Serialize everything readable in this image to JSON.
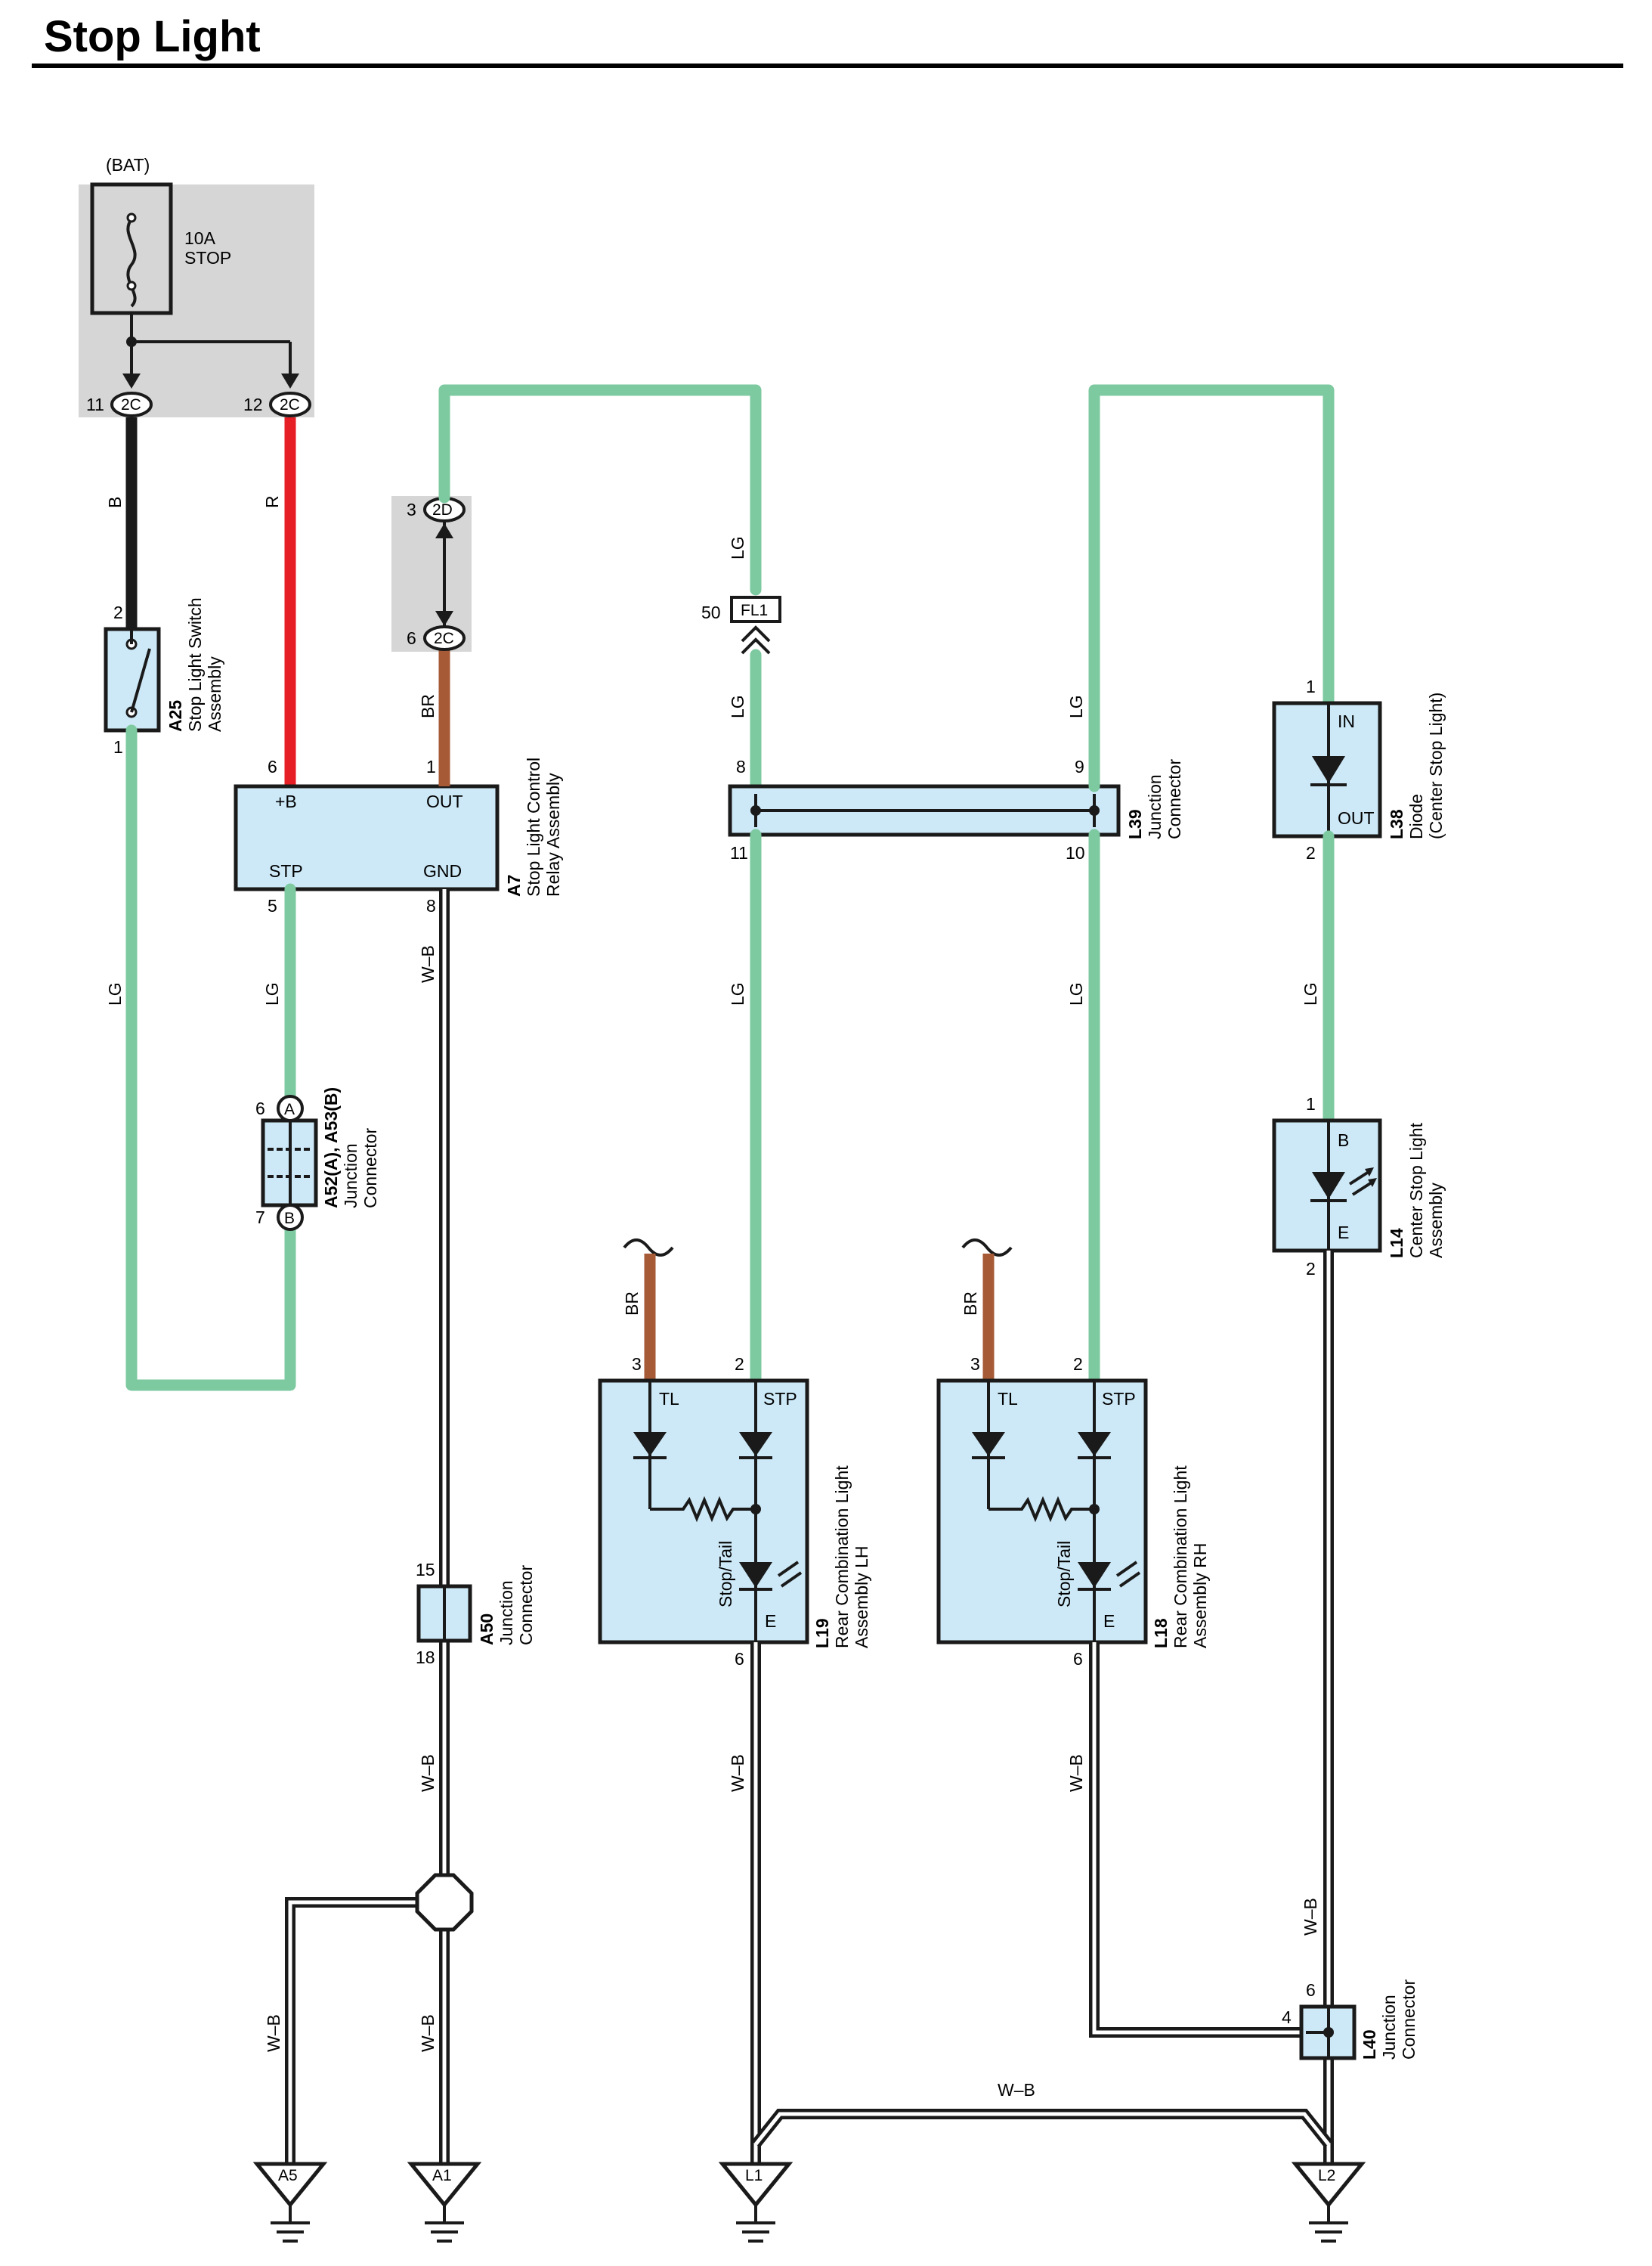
{
  "title": "Stop Light",
  "power": {
    "source": "(BAT)",
    "fuse_rating": "10A",
    "fuse_name": "STOP",
    "pin_left": "11",
    "pin_right": "12",
    "conn_left": "2C",
    "conn_right": "2C"
  },
  "wire_colors": {
    "B": "B",
    "R": "R",
    "LG": "LG",
    "BR": "BR",
    "WB": "W–B"
  },
  "components": {
    "A25": {
      "id": "A25",
      "name_line1": "Stop Light Switch",
      "name_line2": "Assembly",
      "pin_top": "2",
      "pin_bottom": "1"
    },
    "A7": {
      "id": "A7",
      "name_line1": "Stop Light Control",
      "name_line2": "Relay Assembly",
      "term_b": "+B",
      "term_out": "OUT",
      "term_stp": "STP",
      "term_gnd": "GND",
      "pin_b": "6",
      "pin_out": "1",
      "pin_stp": "5",
      "pin_gnd": "8"
    },
    "A52": {
      "id": "A52(A), A53(B)",
      "name_line1": "Junction",
      "name_line2": "Connector",
      "pin_top": "6",
      "pin_bottom": "7",
      "tag_top": "A",
      "tag_bottom": "B"
    },
    "inline_2D": {
      "pin_top": "3",
      "conn_top": "2D",
      "pin_bottom": "6",
      "conn_bottom": "2C"
    },
    "FL1": {
      "id": "FL1",
      "pin": "50"
    },
    "L39": {
      "id": "L39",
      "name_line1": "Junction",
      "name_line2": "Connector",
      "pin_tl": "8",
      "pin_tr": "9",
      "pin_bl": "11",
      "pin_br": "10"
    },
    "L38": {
      "id": "L38",
      "name_line1": "Diode",
      "name_line2": "(Center Stop Light)",
      "term_in": "IN",
      "term_out": "OUT",
      "pin_top": "1",
      "pin_bottom": "2"
    },
    "L14": {
      "id": "L14",
      "name_line1": "Center Stop Light",
      "name_line2": "Assembly",
      "term_b": "B",
      "term_e": "E",
      "pin_top": "1",
      "pin_bottom": "2"
    },
    "A50": {
      "id": "A50",
      "name_line1": "Junction",
      "name_line2": "Connector",
      "pin_top": "15",
      "pin_bottom": "18"
    },
    "L19": {
      "id": "L19",
      "name_line1": "Rear Combination Light",
      "name_line2": "Assembly LH",
      "term_tl": "TL",
      "term_stp": "STP",
      "term_stoptail": "Stop/Tail",
      "term_e": "E",
      "pin_tl": "3",
      "pin_stp": "2",
      "pin_e": "6"
    },
    "L18": {
      "id": "L18",
      "name_line1": "Rear Combination Light",
      "name_line2": "Assembly RH",
      "term_tl": "TL",
      "term_stp": "STP",
      "term_stoptail": "Stop/Tail",
      "term_e": "E",
      "pin_tl": "3",
      "pin_stp": "2",
      "pin_e": "6"
    },
    "L40": {
      "id": "L40",
      "name_line1": "Junction",
      "name_line2": "Connector",
      "pin_top": "6",
      "pin_left": "4"
    }
  },
  "grounds": [
    "A5",
    "A1",
    "L1",
    "L2"
  ]
}
